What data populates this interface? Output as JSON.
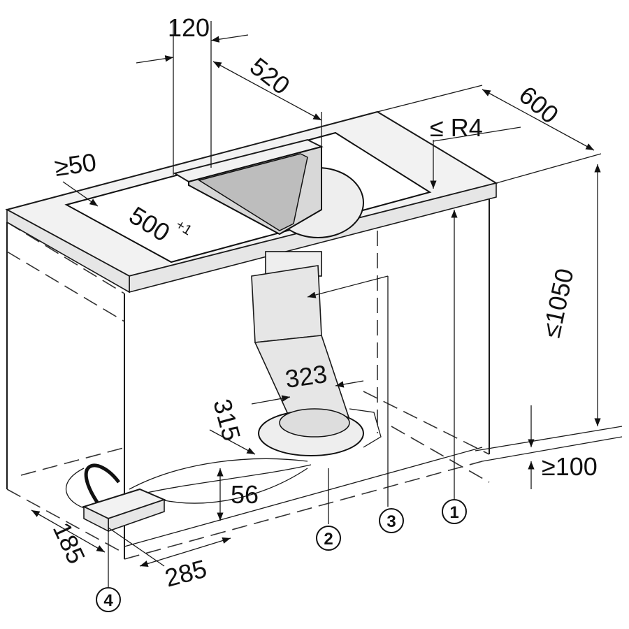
{
  "dimensions": {
    "width_120": "120",
    "depth_520": "520",
    "depth_600": "600",
    "radius": "≤ R4",
    "min_50": "≥50",
    "cutout_500": "500",
    "cutout_tolerance": "+1",
    "height_1050": "≤1050",
    "duct_323": "323",
    "width_315": "315",
    "height_56": "56",
    "plinth_100": "≥100",
    "box_185": "185",
    "box_285": "285"
  },
  "callouts": [
    "1",
    "2",
    "3",
    "4"
  ]
}
